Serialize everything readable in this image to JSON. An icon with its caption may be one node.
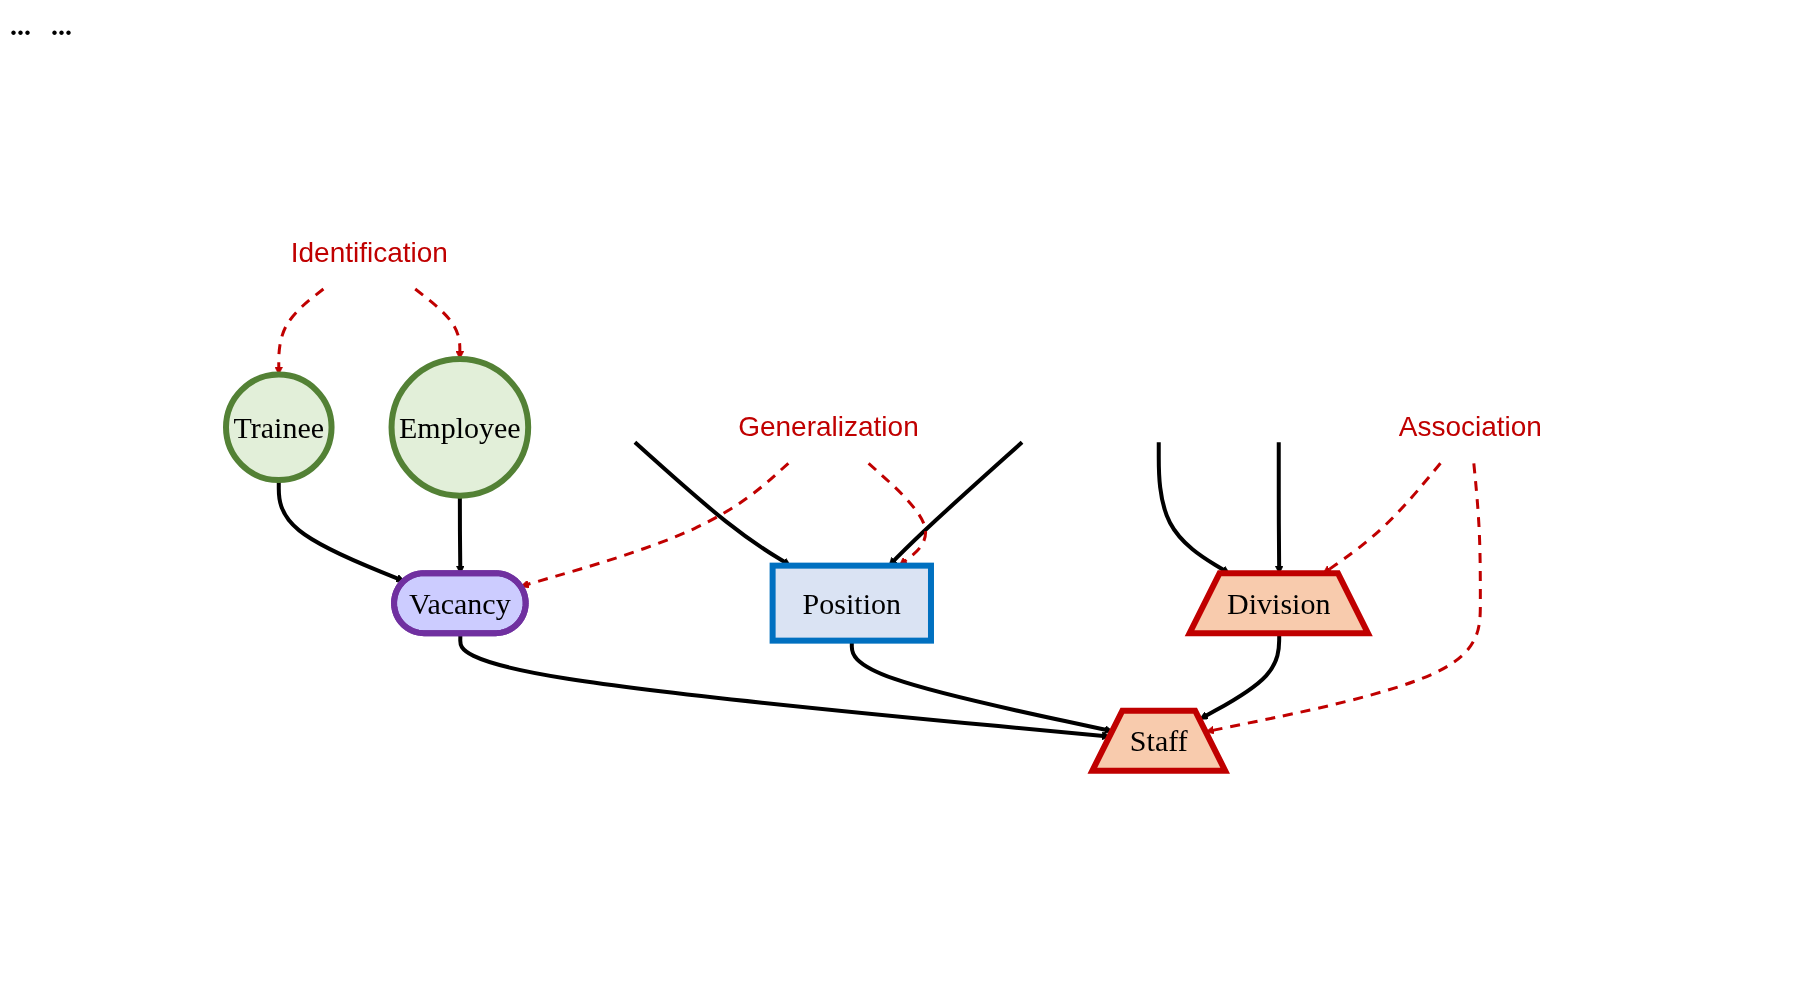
{
  "diagram": {
    "nodes": [
      {
        "text": [
          "Trainee"
        ]
      },
      {
        "text": [
          "Employee"
        ]
      },
      {
        "text": [
          "Vacancy"
        ]
      },
      {
        "text": [
          "Position"
        ]
      },
      {
        "text": [
          "Division"
        ]
      },
      {
        "text": [
          "Staff"
        ]
      },
      {
        "text": [
          "Identification"
        ]
      },
      {
        "text": [
          "Generalization"
        ]
      },
      {
        "text": [
          "Association"
        ]
      }
    ],
    "edges": [
      {
        "from": 6,
        "to": 0,
        "arrow": "to",
        "style": "dashed",
        "color": "#c00000"
      },
      {
        "from": 6,
        "to": 1,
        "arrow": "to",
        "style": "dashed",
        "color": "#c00000"
      },
      {
        "from": 0,
        "to": 2,
        "arrow": "to"
      },
      {
        "from": 1,
        "to": 2,
        "arrow": "to"
      },
      {
        "from": null,
        "to": 3,
        "arrow": "to"
      },
      {
        "from": null,
        "to": 3,
        "arrow": "to"
      },
      {
        "from": null,
        "to": 4,
        "arrow": "to"
      },
      {
        "from": null,
        "to": 4,
        "arrow": "to"
      },
      {
        "from": 2,
        "to": 5,
        "arrow": "to"
      },
      {
        "from": 3,
        "to": 5,
        "arrow": "to"
      },
      {
        "from": 4,
        "to": 5,
        "arrow": "to"
      },
      {
        "from": 7,
        "to": 2,
        "arrow": "to",
        "style": "dashed",
        "color": "#c00000"
      },
      {
        "from": 7,
        "to": 3,
        "arrow": "to",
        "style": "dashed",
        "color": "#c00000"
      },
      {
        "from": 8,
        "to": 5,
        "arrow": "to",
        "style": "dashed",
        "color": "#c00000"
      },
      {
        "from": 8,
        "to": 4,
        "arrow": "to",
        "style": "dashed",
        "color": "#c00000"
      }
    ],
    "labels": [
      "...",
      "..."
    ]
  }
}
